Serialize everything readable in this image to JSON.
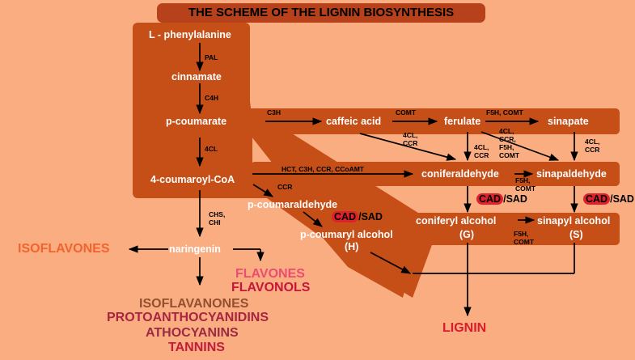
{
  "title": "THE SCHEME OF THE LIGNIN BIOSYNTHESIS",
  "nodes": {
    "phenylalanine": "L - phenylalanine",
    "cinnamate": "cinnamate",
    "p_coumarate": "p-coumarate",
    "coumaroyl_coa": "4-coumaroyl-CoA",
    "naringenin": "naringenin",
    "p_coumaraldehyde": "p-coumaraldehyde",
    "p_coumaryl_alcohol": "p-coumaryl alcohol",
    "h_unit": "(H)",
    "caffeic_acid": "caffeic acid",
    "ferulate": "ferulate",
    "sinapate": "sinapate",
    "coniferaldehyde": "coniferaldehyde",
    "sinapaldehyde": "sinapaldehyde",
    "coniferyl_alcohol": "coniferyl alcohol",
    "g_unit": "(G)",
    "sinapyl_alcohol": "sinapyl alcohol",
    "s_unit": "(S)"
  },
  "enzymes": {
    "pal": "PAL",
    "c4h": "C4H",
    "cl4_main": "4CL",
    "c3h": "C3H",
    "comt_caffeic": "COMT",
    "f5h_comt": "F5H, COMT",
    "cl4_ccr_ferulate": "4CL,\nCCR",
    "cl4_ccr_ferulate_down": "4CL,\nCCR",
    "cl4_ccr_f5h_comt": "4CL,\nCCR,\nF5H,\nCOMT",
    "cl4_ccr_sinapate": "4CL,\nCCR",
    "hct": "HCT, C3H, CCR, CCoAMT",
    "ccr": "CCR",
    "f5h_comt_ald": "F5H,\nCOMT",
    "chs_chi": "CHS,\nCHI",
    "f5h_comt_alc": "F5H,\nCOMT"
  },
  "cad": {
    "cad": "CAD",
    "sad": "/SAD"
  },
  "products": {
    "isoflavones": "ISOFLAVONES",
    "flavones": "FLAVONES",
    "flavonols": "FLAVONOLS",
    "isoflavanones": "ISOFLAVANONES",
    "proanthocyanidins": "PROTOANTHOCYANIDINS",
    "anthocyanins": "ATHOCYANINS",
    "tannins": "TANNINS",
    "lignin": "LIGNIN"
  },
  "colors": {
    "background": "#fbad82",
    "band": "#c64e17",
    "title_band": "#b6411a",
    "cad_pill": "#e0202a",
    "isoflavones": "#f2632e",
    "flavones": "#ea4d72",
    "flavonols": "#c4173c",
    "isoflavanones": "#94502e",
    "proanthocyanidins": "#a82540",
    "anthocyanins": "#9c2a40",
    "tannins": "#c01c3c",
    "lignin": "#d81c2c"
  }
}
